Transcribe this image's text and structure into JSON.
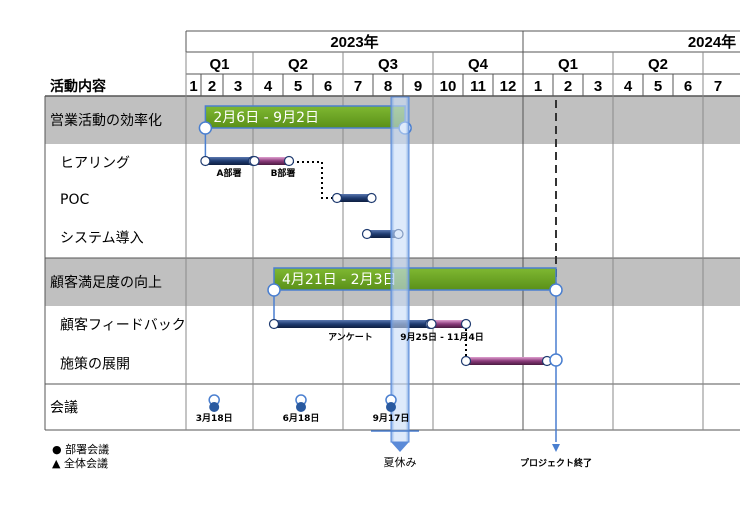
{
  "header": {
    "activity_label": "活動内容",
    "years": [
      "2023年",
      "2024年"
    ],
    "quarters": [
      "Q1",
      "Q2",
      "Q3",
      "Q4",
      "Q1",
      "Q2"
    ],
    "months": [
      "1",
      "2",
      "3",
      "4",
      "5",
      "6",
      "7",
      "8",
      "9",
      "10",
      "11",
      "12",
      "1",
      "2",
      "3",
      "4",
      "5",
      "6",
      "7"
    ]
  },
  "rows": [
    {
      "label": "営業活動の効率化",
      "group": true
    },
    {
      "label": "ヒアリング",
      "group": false
    },
    {
      "label": "POC",
      "group": false
    },
    {
      "label": "システム導入",
      "group": false
    },
    {
      "label": "顧客満足度の向上",
      "group": true
    },
    {
      "label": "顧客フィードバック",
      "group": false
    },
    {
      "label": "施策の展開",
      "group": false
    },
    {
      "label": "会議",
      "group": false
    }
  ],
  "chart_data": {
    "type": "gantt",
    "timeline_start": "2023-01",
    "groups": [
      {
        "row": 0,
        "label": "2月6日 - 9月2日",
        "start": 2.2,
        "end": 9.07
      },
      {
        "row": 4,
        "label": "4月21日 - 2月3日",
        "start": 4.7,
        "end": 14.1
      }
    ],
    "bars": [
      {
        "row": 1,
        "start": 2.2,
        "end": 4.0,
        "style": "navy"
      },
      {
        "row": 1,
        "start": 4.05,
        "end": 5.2,
        "style": "purple"
      },
      {
        "row": 2,
        "start": 6.8,
        "end": 7.95,
        "style": "navy"
      },
      {
        "row": 3,
        "start": 7.8,
        "end": 8.85,
        "style": "navy"
      },
      {
        "row": 5,
        "start": 4.7,
        "end": 9.9,
        "style": "navy"
      },
      {
        "row": 5,
        "start": 9.95,
        "end": 11.1,
        "style": "purple"
      },
      {
        "row": 6,
        "start": 11.1,
        "end": 13.8,
        "style": "purple"
      }
    ],
    "bar_labels": [
      {
        "text": "A部署",
        "x": 3.2,
        "row": 1
      },
      {
        "text": "B部署",
        "x": 5.0,
        "row": 1
      },
      {
        "text": "アンケート",
        "x": 7.25,
        "row": 5
      },
      {
        "text": "9月25日 - 11月4日",
        "x": 10.3,
        "row": 5
      }
    ],
    "meetings": [
      {
        "label": "3月18日",
        "x": 2.6,
        "kind": "circle"
      },
      {
        "label": "6月18日",
        "x": 5.6,
        "kind": "circle"
      },
      {
        "label": "9月17日",
        "x": 8.6,
        "kind": "circle"
      }
    ],
    "summer": {
      "label": "夏休み",
      "start": 8.0,
      "end": 9.0
    },
    "project_end": {
      "label": "プロジェクト終了",
      "x": 14.1
    }
  },
  "legend": [
    {
      "symbol": "●",
      "text": "部署会議"
    },
    {
      "symbol": "▲",
      "text": "全体会議"
    }
  ],
  "colors": {
    "grid": "#555555",
    "group_band": "#c0c0c0",
    "group_bar": "#6aa121",
    "navy": "#1f3b70",
    "purple": "#8a3a7a",
    "accent_blue": "#4a7fd0"
  }
}
